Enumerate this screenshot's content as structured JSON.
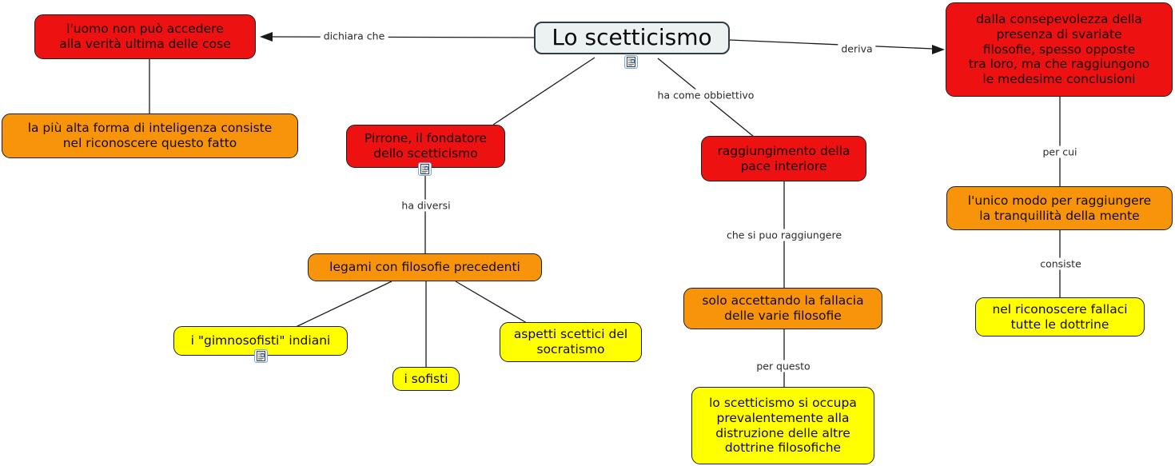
{
  "concepts": {
    "root": {
      "label": "Lo scetticismo"
    },
    "uomo": {
      "label": "l'uomo non può accedere\nalla verità ultima delle cose"
    },
    "piu_alta": {
      "label": "la più alta forma di inteligenza consiste\nnel riconoscere questo fatto"
    },
    "pirrone": {
      "label": "Pirrone, il fondatore\ndello scetticismo"
    },
    "legami": {
      "label": "legami con filosofie precedenti"
    },
    "gimnosofisti": {
      "label": "i \"gimnosofisti\" indiani"
    },
    "sofisti": {
      "label": "i sofisti"
    },
    "aspetti": {
      "label": "aspetti scettici del\nsocratismo"
    },
    "raggiungimento": {
      "label": "raggiungimento della\npace interiore"
    },
    "solo_accettando": {
      "label": "solo accettando la fallacia\ndelle varie filosofie"
    },
    "distruzione": {
      "label": "lo scetticismo si occupa\nprevalentemente alla\ndistruzione delle altre\ndottrine filosofiche"
    },
    "consapevolezza": {
      "label": "dalla consepevolezza della\npresenza di svariate\nfilosofie, spesso opposte\ntra loro, ma che raggiungono\nle medesime conclusioni"
    },
    "unico_modo": {
      "label": "l'unico modo per raggiungere\nla tranquillità della mente"
    },
    "riconoscere": {
      "label": "nel riconoscere fallaci\ntutte le dottrine"
    }
  },
  "linking_phrases": {
    "dichiara_che": "dichiara che",
    "deriva": "deriva",
    "ha_come_obbiettivo": "ha come obbiettivo",
    "ha_diversi": "ha diversi",
    "che_si_puo": "che si puo raggiungere",
    "per_questo": "per questo",
    "per_cui": "per cui",
    "consiste": "consiste"
  },
  "colors": {
    "concept_red": "#EE1111",
    "concept_orange": "#F8940A",
    "concept_yellow": "#FFFF00",
    "root_fill": "#ECF1F2",
    "line": "#1a1a1a"
  },
  "icons": {
    "resource": "resource-document-icon"
  }
}
